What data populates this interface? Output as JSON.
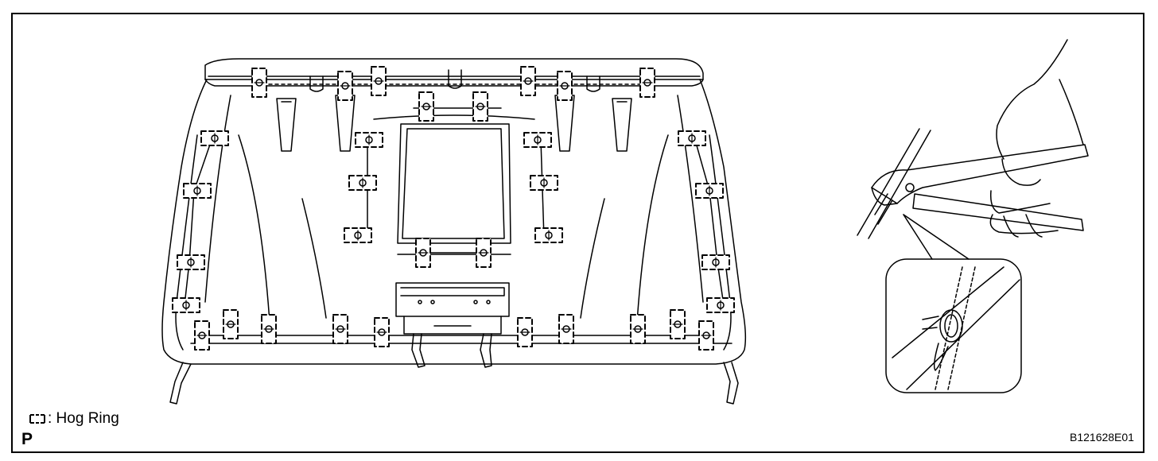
{
  "legend": {
    "label": ": Hog Ring",
    "icon": "hog-ring-symbol"
  },
  "panel_letter": "P",
  "figure_code": "B121628E01",
  "colors": {
    "line": "#000000",
    "background": "#ffffff"
  }
}
